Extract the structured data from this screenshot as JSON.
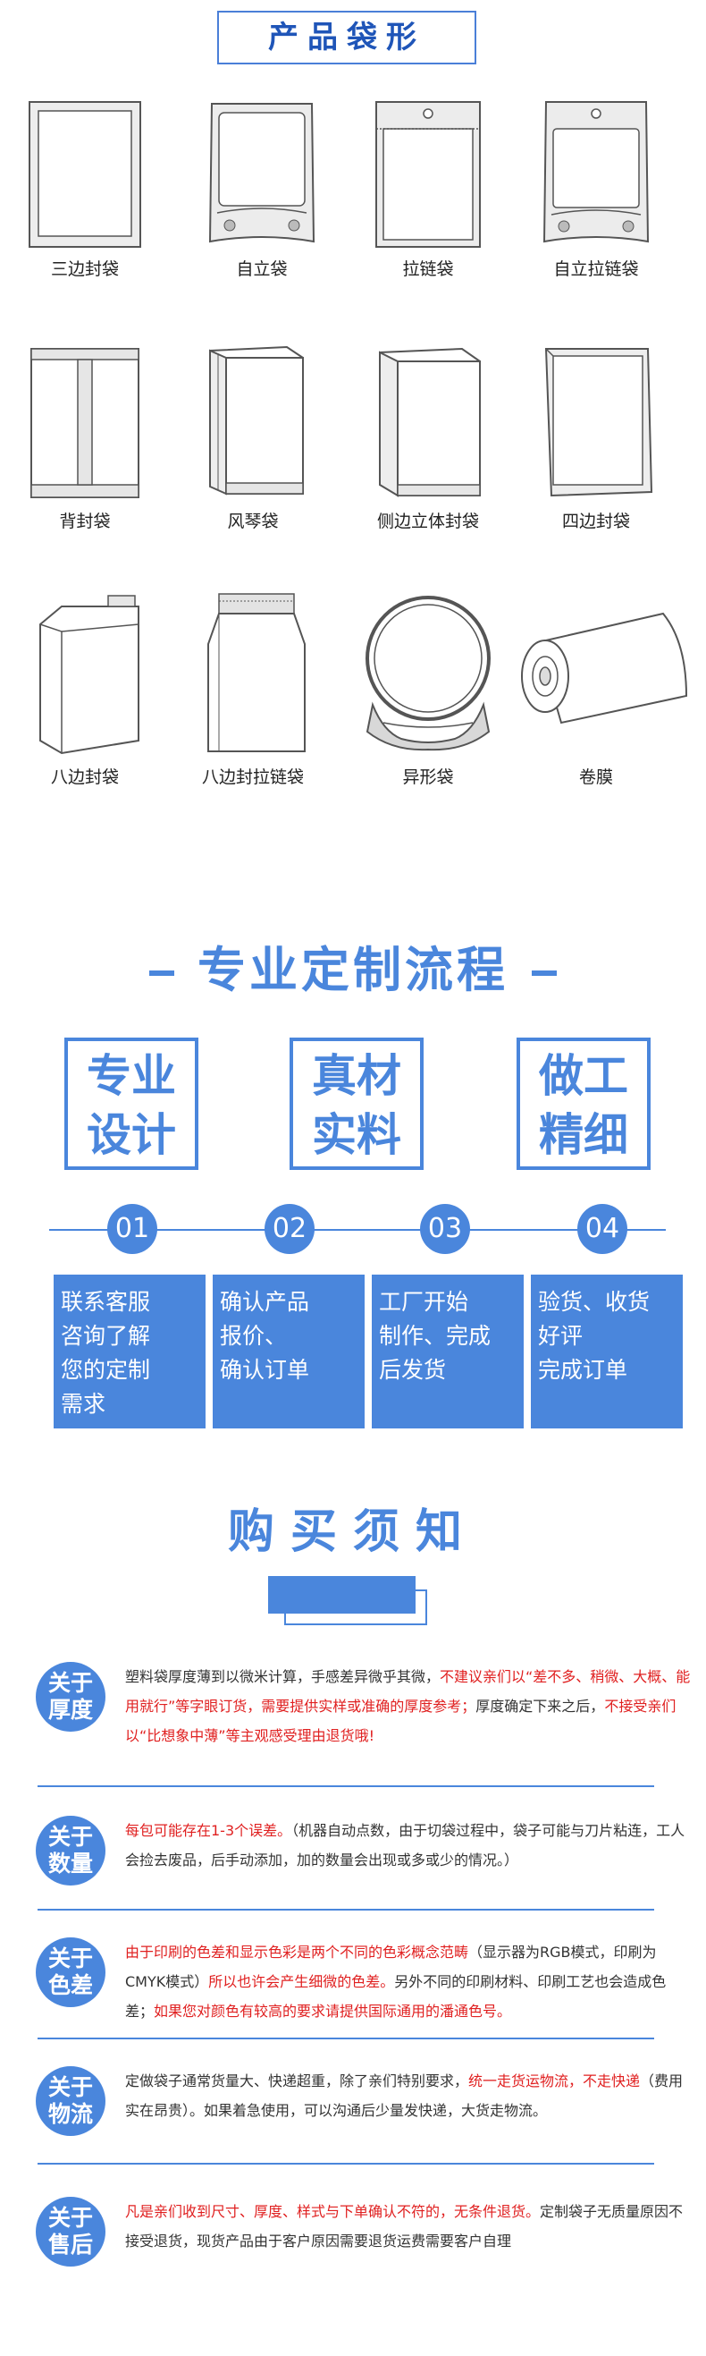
{
  "header": {
    "title": "产品袋形"
  },
  "bag_types": [
    {
      "label": "三边封袋",
      "icon": "three-side-seal-bag-icon"
    },
    {
      "label": "自立袋",
      "icon": "stand-up-pouch-icon"
    },
    {
      "label": "拉链袋",
      "icon": "zipper-bag-icon"
    },
    {
      "label": "自立拉链袋",
      "icon": "stand-up-zipper-pouch-icon"
    },
    {
      "label": "背封袋",
      "icon": "back-seal-bag-icon"
    },
    {
      "label": "风琴袋",
      "icon": "gusset-bag-icon"
    },
    {
      "label": "侧边立体封袋",
      "icon": "side-gusset-bag-icon"
    },
    {
      "label": "四边封袋",
      "icon": "four-side-seal-bag-icon"
    },
    {
      "label": "八边封袋",
      "icon": "eight-side-seal-bag-icon"
    },
    {
      "label": "八边封拉链袋",
      "icon": "eight-side-zipper-bag-icon"
    },
    {
      "label": "异形袋",
      "icon": "shaped-bag-icon"
    },
    {
      "label": "卷膜",
      "icon": "roll-film-icon"
    }
  ],
  "process": {
    "title": "专业定制流程",
    "features": [
      {
        "line1": "专业",
        "line2": "设计"
      },
      {
        "line1": "真材",
        "line2": "实料"
      },
      {
        "line1": "做工",
        "line2": "精细"
      }
    ],
    "steps": [
      {
        "num": "01",
        "lines": [
          "联系客服",
          "咨询了解",
          "您的定制",
          "需求"
        ]
      },
      {
        "num": "02",
        "lines": [
          "确认产品",
          "报价、",
          "确认订单"
        ]
      },
      {
        "num": "03",
        "lines": [
          "工厂开始",
          "制作、完成",
          "后发货"
        ]
      },
      {
        "num": "04",
        "lines": [
          "验货、收货",
          "好评",
          "完成订单"
        ]
      }
    ]
  },
  "notice": {
    "title": "购买须知",
    "items": [
      {
        "badge1": "关于",
        "badge2": "厚度",
        "seg1": "塑料袋厚度薄到以微米计算，手感差异微乎其微，",
        "seg2": "不建议亲们以“差不多、稍微、大概、能用就行”等字眼订货，需要提供实样或准确的厚度参考；",
        "seg3": "厚度确定下来之后，",
        "seg4": "不接受亲们以“比想象中薄”等主观感受理由退货哦!"
      },
      {
        "badge1": "关于",
        "badge2": "数量",
        "seg1": "",
        "seg2": "每包可能存在1-3个误差。",
        "seg3": "（机器自动点数，由于切袋过程中，袋子可能与刀片粘连，工人会捡去废品，后手动添加，加的数量会出现或多或少的情况。）",
        "seg4": ""
      },
      {
        "badge1": "关于",
        "badge2": "色差",
        "seg1": "",
        "seg2": "由于印刷的色差和显示色彩是两个不同的色彩概念范畴",
        "seg3": "（显示器为RGB模式，印刷为CMYK模式）",
        "seg4": "所以也许会产生细微的色差。",
        "seg5": "另外不同的印刷材料、印刷工艺也会造成色差；",
        "seg6": "如果您对颜色有较高的要求请提供国际通用的潘通色号。"
      },
      {
        "badge1": "关于",
        "badge2": "物流",
        "seg1": "定做袋子通常货量大、快递超重，除了亲们特别要求，",
        "seg2": "统一走货运物流，不走快递",
        "seg3": "（费用实在昂贵）。如果着急使用，可以沟通后少量发快递，大货走物流。",
        "seg4": ""
      },
      {
        "badge1": "关于",
        "badge2": "售后",
        "seg1": "",
        "seg2": "凡是亲们收到尺寸、厚度、样式与下单确认不符的，无条件退货。",
        "seg3": "定制袋子无质量原因不接受退货，现货产品由于客户原因需要退货运费需要客户自理",
        "seg4": ""
      }
    ]
  }
}
